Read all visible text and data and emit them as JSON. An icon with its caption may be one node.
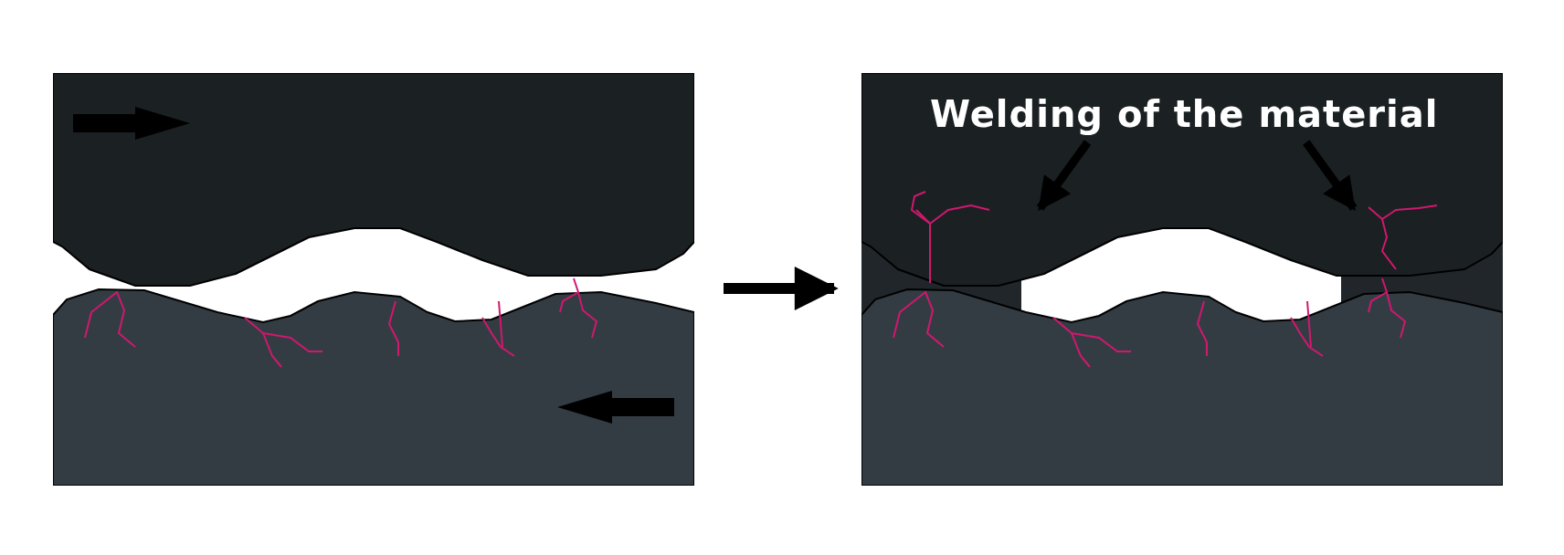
{
  "diagram": {
    "nodes": [
      {
        "text": [],
        "shape": "picture"
      },
      {
        "text": [],
        "shape": "picture"
      },
      {
        "text": [
          "Welding of the material"
        ],
        "in": 1
      }
    ],
    "edges": [
      {
        "from": 0,
        "to": 1,
        "arrow": "to"
      },
      {
        "from": 2,
        "to": null,
        "arrow": "to"
      },
      {
        "from": 2,
        "to": null,
        "arrow": "to"
      }
    ]
  }
}
